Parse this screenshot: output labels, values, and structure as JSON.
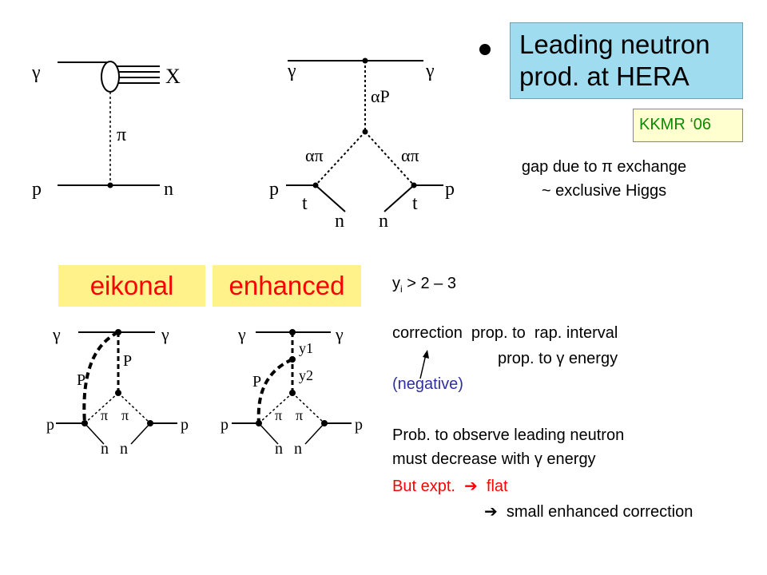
{
  "title": {
    "bullet_icon": "bullet-dot",
    "text": "Leading neutron\nprod. at HERA",
    "bg_color": "#9fdcf0"
  },
  "reference": {
    "text": "KKMR ‘06",
    "color": "#0a8a00"
  },
  "gap_note": {
    "line1": "gap due to π exchange",
    "line2": "~ exclusive Higgs"
  },
  "diagram1": {
    "gamma": "γ",
    "x": "X",
    "pi": "π",
    "p": "p",
    "n": "n"
  },
  "diagram2": {
    "gamma_left": "γ",
    "gamma_right": "γ",
    "alpha_P": "αP",
    "alpha_pi_left": "απ",
    "alpha_pi_right": "απ",
    "p_left": "p",
    "p_right": "p",
    "t_left": "t",
    "t_right": "t",
    "n_left": "n",
    "n_right": "n"
  },
  "eikonal": {
    "label": "eikonal",
    "gamma_left": "γ",
    "gamma_right": "γ",
    "P_big": "P",
    "P_small": "P",
    "pi_left": "π",
    "pi_right": "π",
    "p_left": "p",
    "p_right": "p",
    "n_left": "n",
    "n_right": "n"
  },
  "enhanced": {
    "label": "enhanced",
    "gamma_left": "γ",
    "gamma_right": "γ",
    "y1": "y1",
    "y2": "y2",
    "P": "P",
    "pi_left": "π",
    "pi_right": "π",
    "p_left": "p",
    "p_right": "p",
    "n_left": "n",
    "n_right": "n"
  },
  "notes": {
    "rapidity_var": "y",
    "rapidity_sub": "i",
    "rapidity_rest": " > 2 – 3",
    "correction_line1": "correction  prop. to  rap. interval",
    "correction_line2": "prop. to γ energy",
    "negative": "(negative)",
    "negative_color": "#3030a0",
    "prob_line1": "Prob. to observe leading neutron",
    "prob_line2": "must decrease with γ energy",
    "expt_line": "But expt.  ➔  flat",
    "expt_color": "#ff0000",
    "conclusion": "➔  small enhanced correction"
  }
}
